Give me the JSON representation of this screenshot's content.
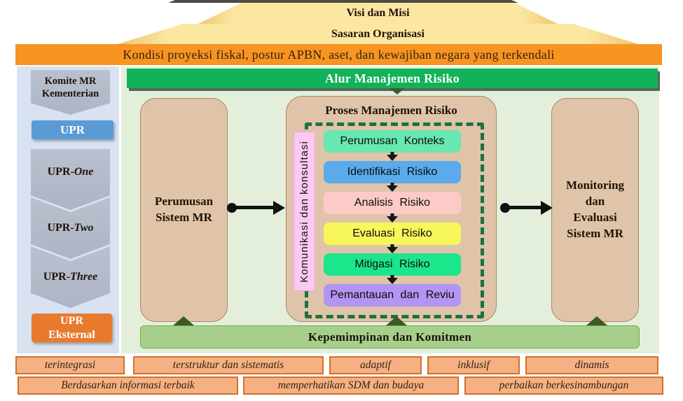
{
  "colors": {
    "header_green": "#12b259",
    "panel_bg": "#e3efda",
    "sidebar_bg": "#d8e2f0",
    "tan_fill": "#e0c4a9",
    "tan_border": "#ab8660",
    "orange_bar": "#f79422",
    "pyramid_fill": "#fbe7a2",
    "pyramid_edge": "#edc56f",
    "chevron_gray": "#adb5c4",
    "upr_blue": "#5b9bd5",
    "upr_orange": "#e87a2e",
    "dash_green": "#1c7144",
    "pink_bar": "#fbc9f2",
    "bottom_bar_fill": "#a6cf8c",
    "bottom_bar_border": "#74a755",
    "up_arrow_green": "#3c5a22",
    "principle_fill": "#f5b183",
    "principle_border": "#d2702b",
    "connector_black": "#111111"
  },
  "pyramid": {
    "level1": "Visi dan Misi",
    "level2": "Sasaran Organisasi",
    "condition": "Kondisi proyeksi fiskal, postur APBN, aset, dan kewajiban negara yang terkendali"
  },
  "sidebar": {
    "komite": "Komite MR\nKementerian",
    "upr": "UPR",
    "levels": [
      {
        "prefix": "UPR-",
        "name": "One"
      },
      {
        "prefix": "UPR-",
        "name": "Two"
      },
      {
        "prefix": "UPR-",
        "name": "Three"
      }
    ],
    "eksternal": "UPR\nEksternal"
  },
  "main": {
    "header": "Alur Manajemen Risiko",
    "left_box": "Perumusan\nSistem MR",
    "right_box": "Monitoring\ndan\nEvaluasi\nSistem MR",
    "bottom_bar": "Kepemimpinan dan Komitmen",
    "process": {
      "title": "Proses Manajemen Risiko",
      "side_label": "Komunikasi dan konsultasi",
      "steps": [
        {
          "label": "Perumusan Konteks",
          "color": "#67e8b0"
        },
        {
          "label": "Identifikasi Risiko",
          "color": "#5aaaec"
        },
        {
          "label": "Analisis Risiko",
          "color": "#fccbc7"
        },
        {
          "label": "Evaluasi Risiko",
          "color": "#f8f75a"
        },
        {
          "label": "Mitigasi Risiko",
          "color": "#1ce68b"
        },
        {
          "label": "Pemantauan dan Reviu",
          "color": "#b295f2"
        }
      ]
    }
  },
  "principles": {
    "row1": [
      "terintegrasi",
      "terstruktur dan sistematis",
      "adaptif",
      "inklusif",
      "dinamis"
    ],
    "row2": [
      "Berdasarkan informasi terbaik",
      "memperhatikan SDM dan budaya",
      "perbaikan berkesinambungan"
    ]
  }
}
